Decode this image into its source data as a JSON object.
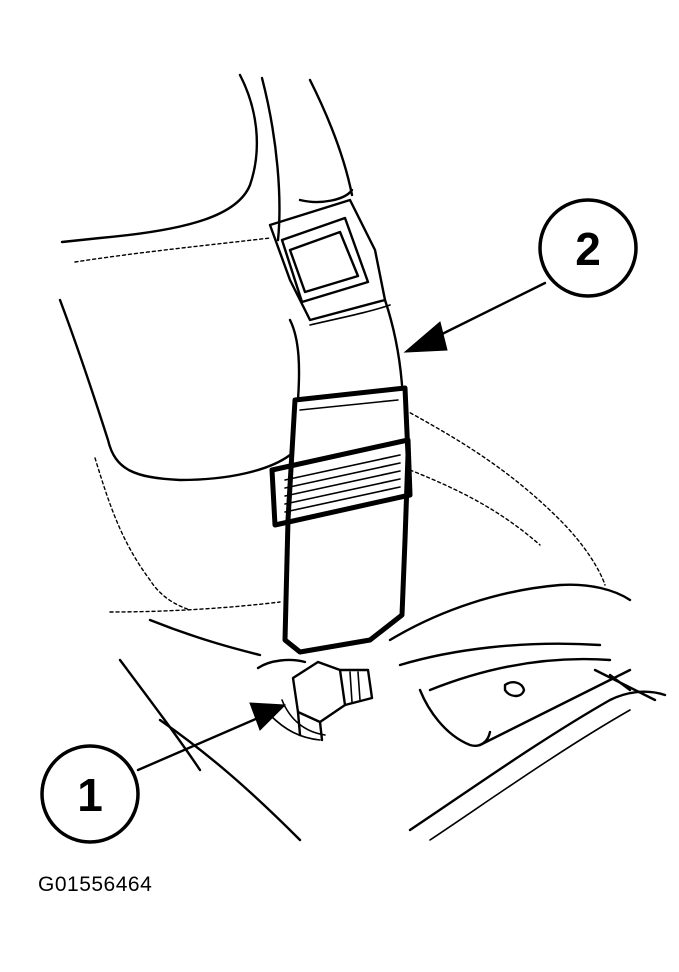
{
  "callouts": [
    {
      "number": "1",
      "target": "anchor-bolt"
    },
    {
      "number": "2",
      "target": "seat-belt-buckle"
    }
  ],
  "figure_id": "G01556464",
  "colors": {
    "line": "#000000",
    "background": "#ffffff"
  }
}
